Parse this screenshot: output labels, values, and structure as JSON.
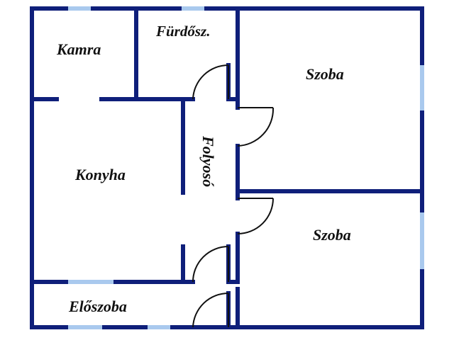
{
  "colors": {
    "wall": "#0f1f7a",
    "window": "#a9c9ee",
    "door": "#111111",
    "background": "#ffffff"
  },
  "rooms": {
    "kamra": "Kamra",
    "furdoszoba": "Fürdősz.",
    "szoba_top": "Szoba",
    "konyha": "Konyha",
    "folyoso": "Folyosó",
    "szoba_bottom": "Szoba",
    "eloszoba": "Előszoba"
  }
}
